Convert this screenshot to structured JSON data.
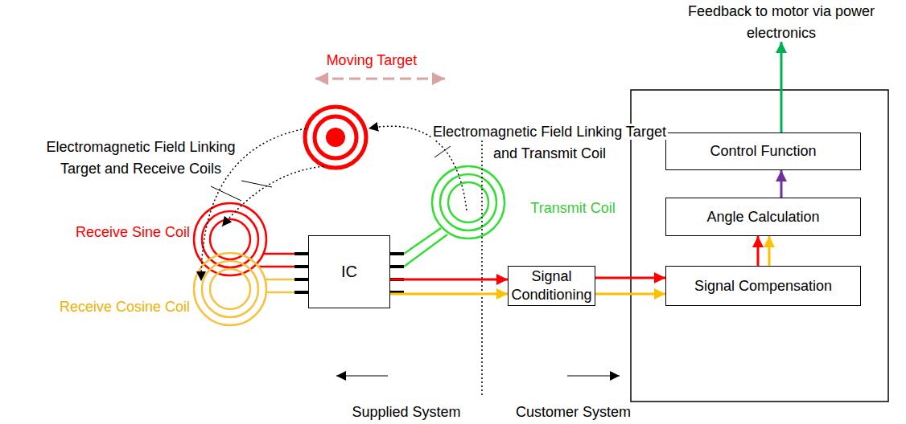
{
  "diagram": {
    "nodes": [
      {
        "text": [
          "IC"
        ]
      },
      {
        "text": [
          "Signal Conditioning"
        ]
      },
      {
        "text": [
          "Signal Compensation"
        ]
      },
      {
        "text": [
          "Angle Calculation"
        ]
      },
      {
        "text": [
          "Control Function"
        ]
      }
    ],
    "edges": [
      {
        "from": 0,
        "to": 1,
        "arrow": "to"
      },
      {
        "from": 0,
        "to": 1,
        "arrow": "to"
      },
      {
        "from": 1,
        "to": 2,
        "arrow": "to"
      },
      {
        "from": 1,
        "to": 2,
        "arrow": "to"
      },
      {
        "from": 2,
        "to": 3,
        "arrow": "to"
      },
      {
        "from": 2,
        "to": 3,
        "arrow": "to"
      },
      {
        "from": 3,
        "to": 4,
        "arrow": "to"
      }
    ],
    "labels": [
      "Moving Target",
      "Electromagnetic Field Linking Target and Receive Coils",
      "Electromagnetic Field Linking Target and Transmit Coil",
      "Transmit Coil",
      "Receive Sine Coil",
      "Receive Cosine Coil",
      "Feedback to motor via power electronics",
      "Supplied System",
      "Customer System"
    ]
  }
}
